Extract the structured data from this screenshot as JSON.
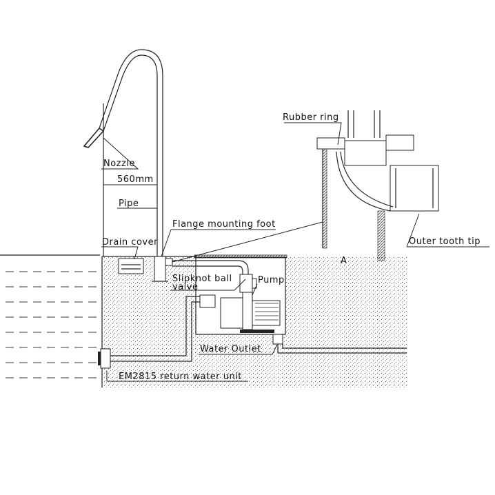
{
  "diagram": {
    "labels": {
      "nozzle": "Nozzle",
      "dimension": "560mm",
      "pipe": "Pipe",
      "drain_cover": "Drain cover",
      "flange_mounting_foot": "Flange mounting foot",
      "slipknot_ball_valve_1": "Slipknot ball",
      "slipknot_ball_valve_2": "valve",
      "pump": "Pump",
      "water_outlet": "Water Outlet",
      "return_unit": "EM2815 return water unit",
      "rubber_ring": "Rubber ring",
      "outer_tooth_tip": "Outer tooth tip",
      "detail_marker": "A"
    },
    "colors": {
      "line": "#222222",
      "background": "#ffffff"
    }
  }
}
